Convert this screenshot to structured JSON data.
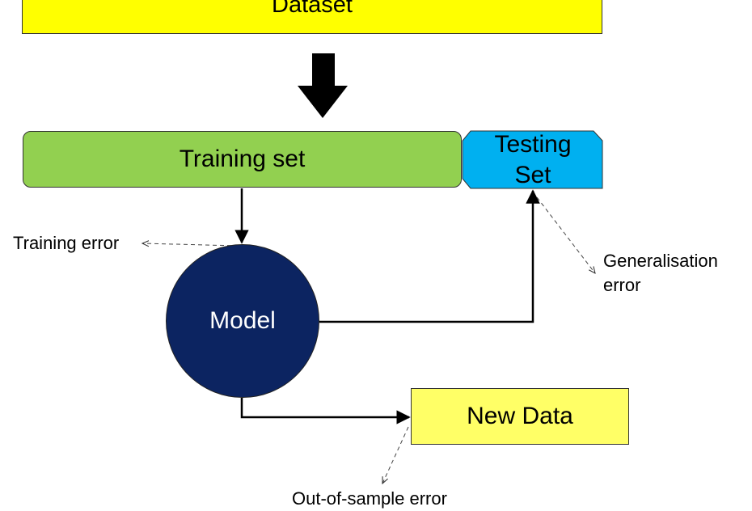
{
  "nodes": {
    "dataset": "Dataset",
    "training_set": "Training set",
    "testing_set_line1": "Testing",
    "testing_set_line2": "Set",
    "model": "Model",
    "new_data": "New Data"
  },
  "annotations": {
    "training_error": "Training error",
    "generalisation_error_line1": "Generalisation",
    "generalisation_error_line2": "error",
    "out_of_sample_error": "Out-of-sample error"
  },
  "colors": {
    "dataset": "#ffff00",
    "training_set": "#92d050",
    "testing_set": "#00b0f0",
    "model": "#0c2461",
    "new_data": "#ffff66"
  }
}
